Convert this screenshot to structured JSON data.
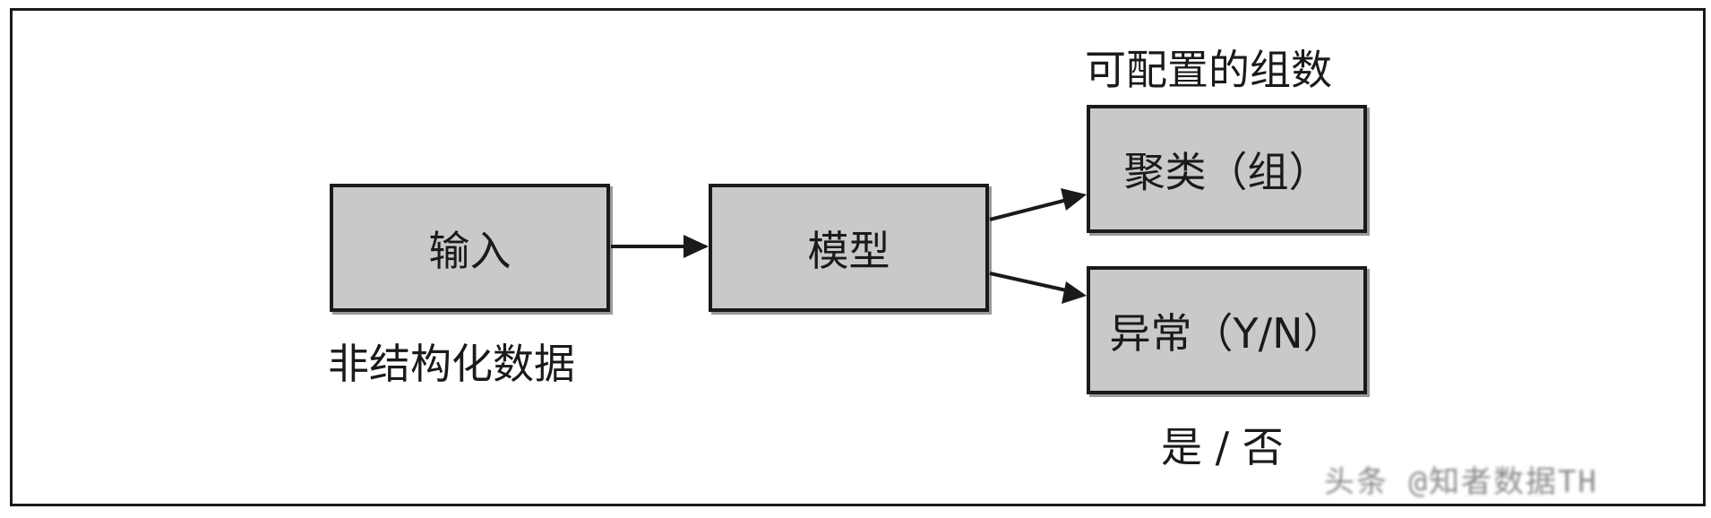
{
  "diagram": {
    "nodes": {
      "input": {
        "label": "输入",
        "caption": "非结构化数据"
      },
      "model": {
        "label": "模型"
      },
      "cluster": {
        "label": "聚类（组）",
        "caption": "可配置的组数"
      },
      "anomaly": {
        "label": "异常（Y/N）",
        "caption": "是 / 否"
      }
    },
    "edges": [
      {
        "from": "input",
        "to": "model"
      },
      {
        "from": "model",
        "to": "cluster"
      },
      {
        "from": "model",
        "to": "anomaly"
      }
    ]
  },
  "colors": {
    "box_fill": "#c9c9c9",
    "stroke": "#1a1a1a"
  },
  "watermark_text": "头条 @知者数据TH"
}
